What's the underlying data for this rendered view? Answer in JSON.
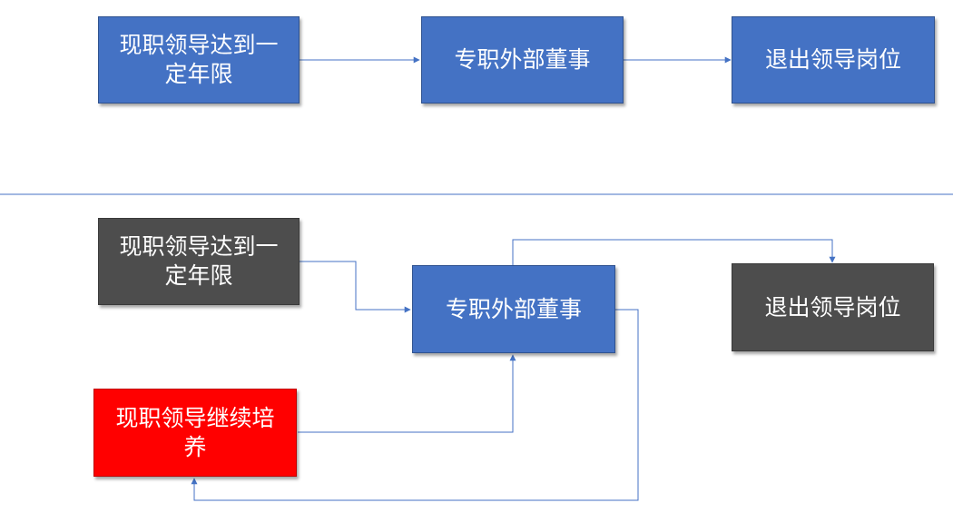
{
  "top_flow": {
    "box1": "现职领导达到一定年限",
    "box2": "专职外部董事",
    "box3": "退出领导岗位"
  },
  "bottom_flow": {
    "box1": "现职领导达到一定年限",
    "box2": "专职外部董事",
    "box3": "退出领导岗位",
    "box4": "现职领导继续培养"
  },
  "colors": {
    "primary": "#4472c4",
    "gray": "#4d4d4d",
    "highlight": "#ff0000",
    "connector": "#4472c4"
  }
}
